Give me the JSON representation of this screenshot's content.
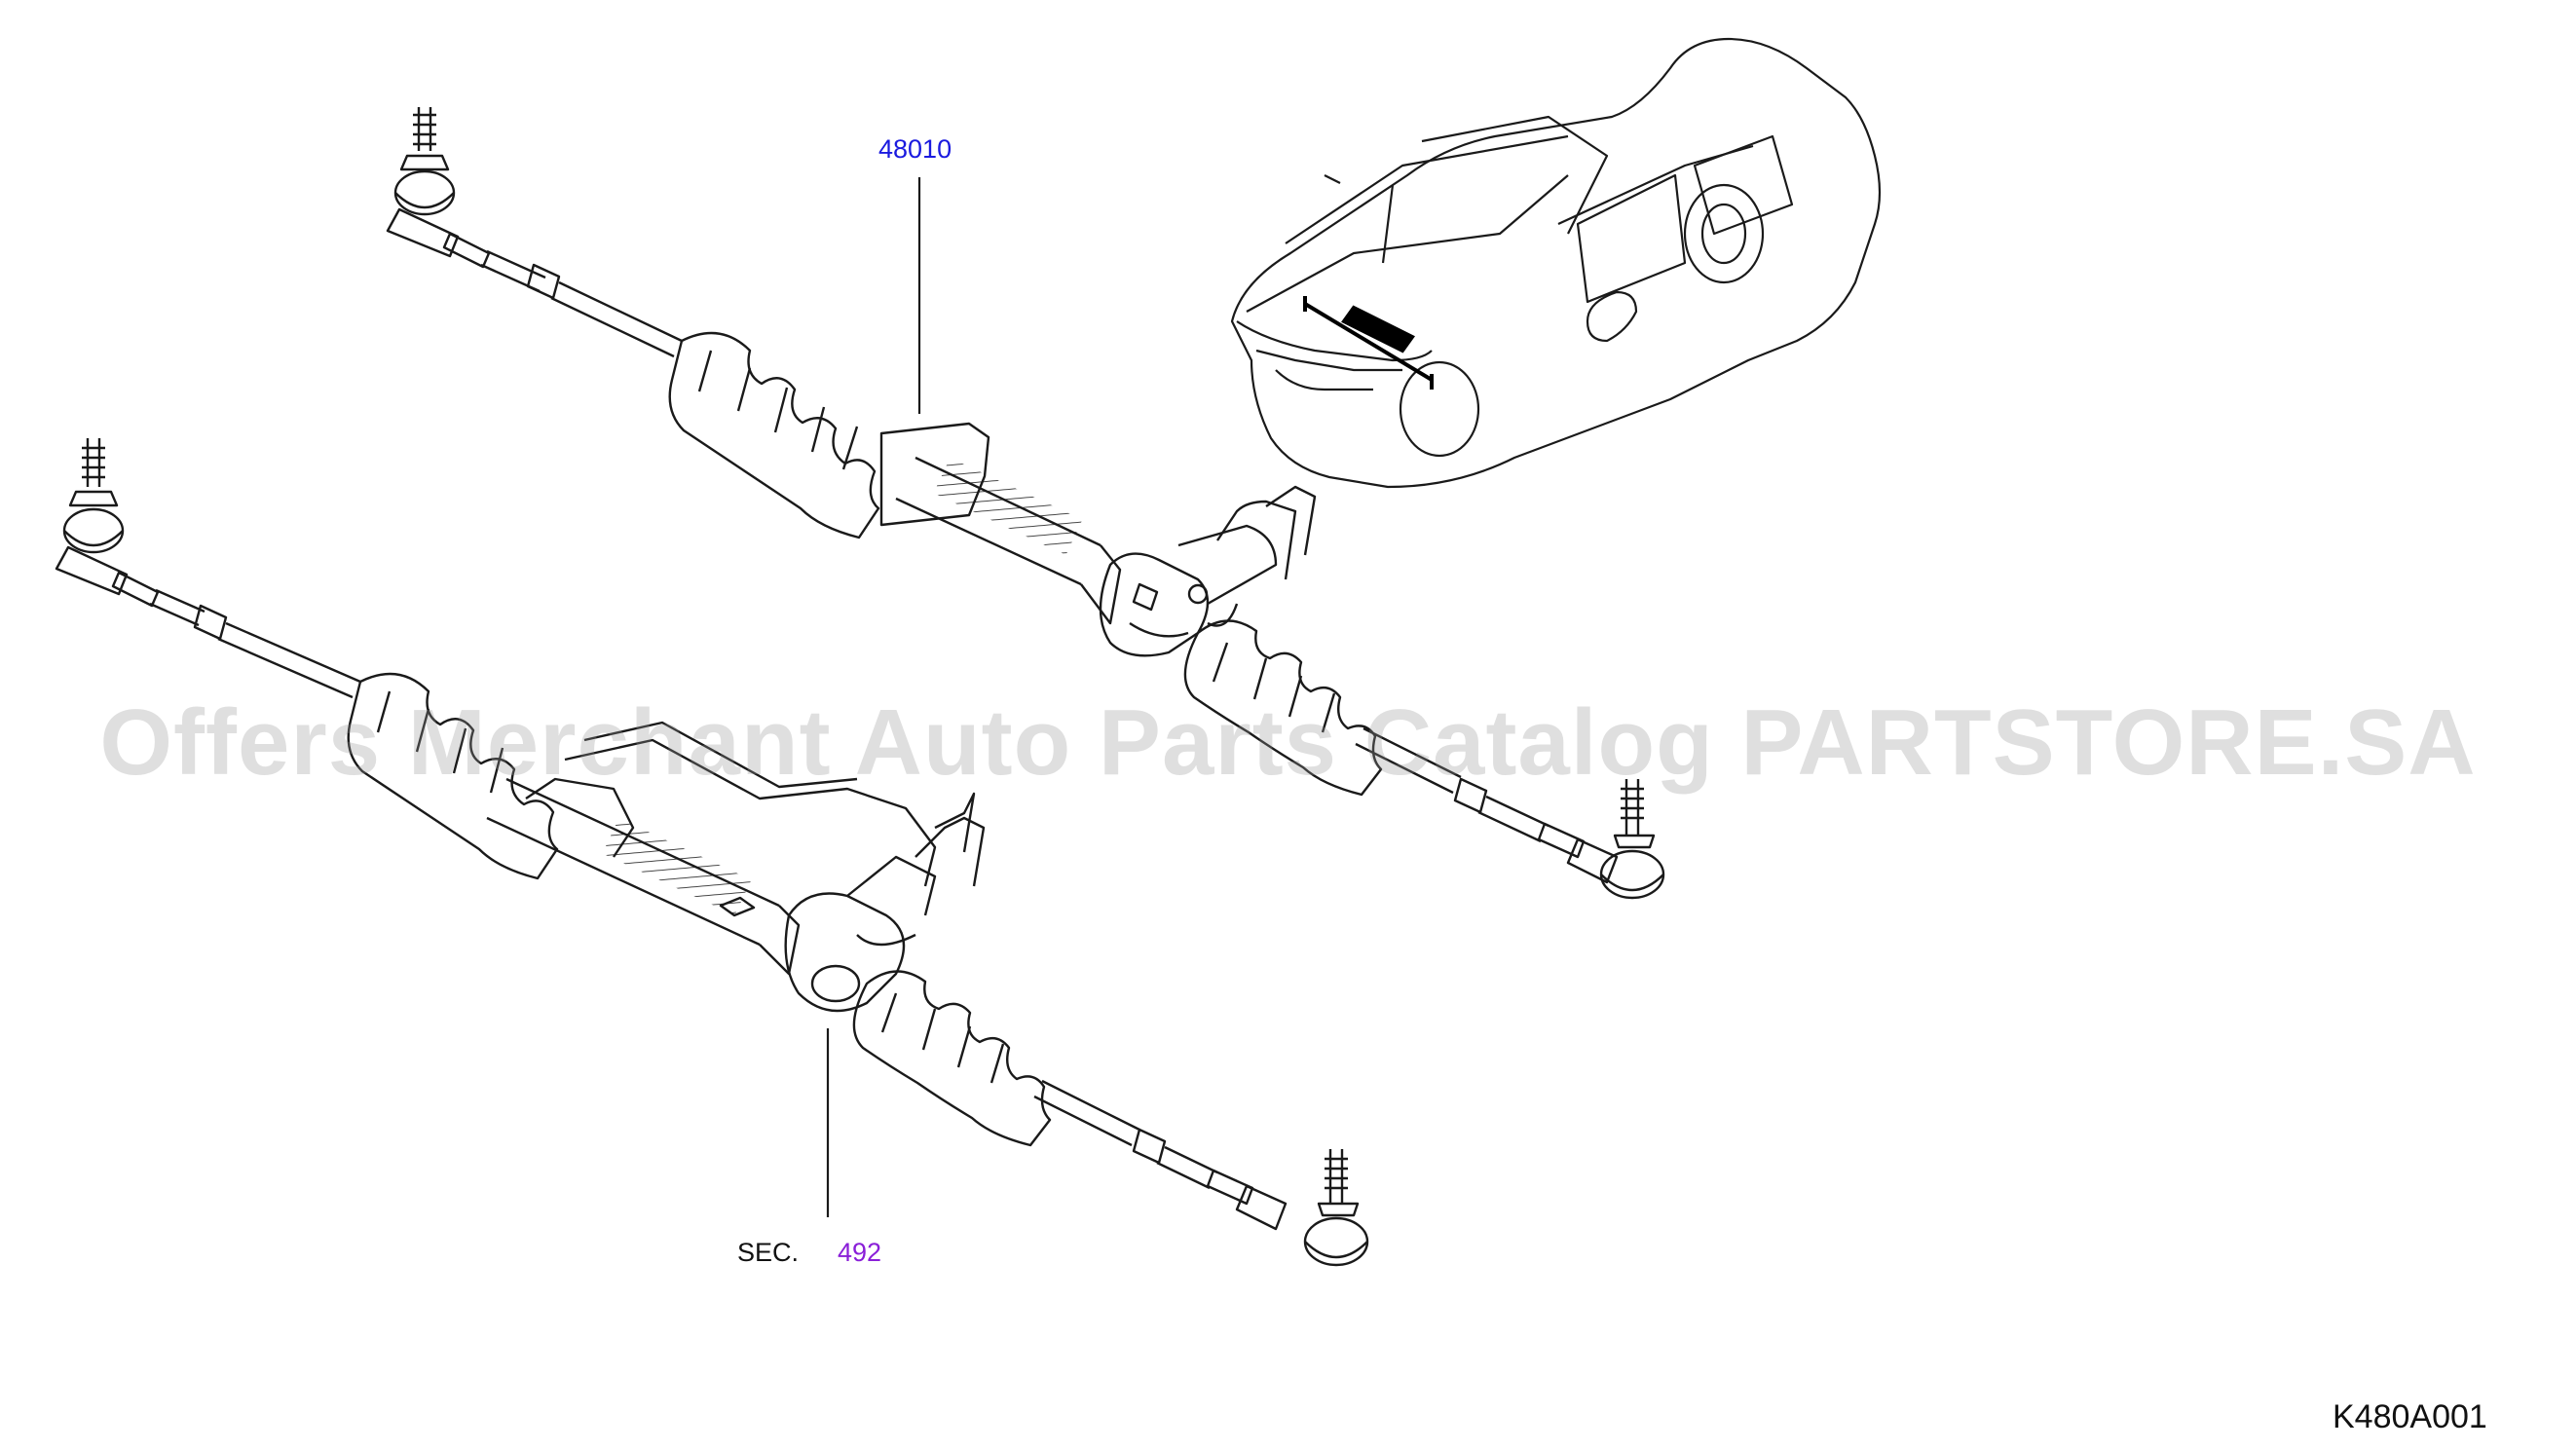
{
  "callouts": {
    "rack_part": {
      "text": "48010",
      "color": "#1a1adf"
    },
    "sec_label": {
      "text": "SEC.",
      "color": "#111111"
    },
    "sec_number": {
      "text": "492",
      "color": "#8a1fd8"
    },
    "figure_code": {
      "text": "K480A001",
      "color": "#111111"
    }
  },
  "watermark": {
    "text": "Offers Merchant Auto Parts Catalog PARTSTORE.SA"
  },
  "colors": {
    "line": "#1a1a1a",
    "background": "#ffffff"
  }
}
